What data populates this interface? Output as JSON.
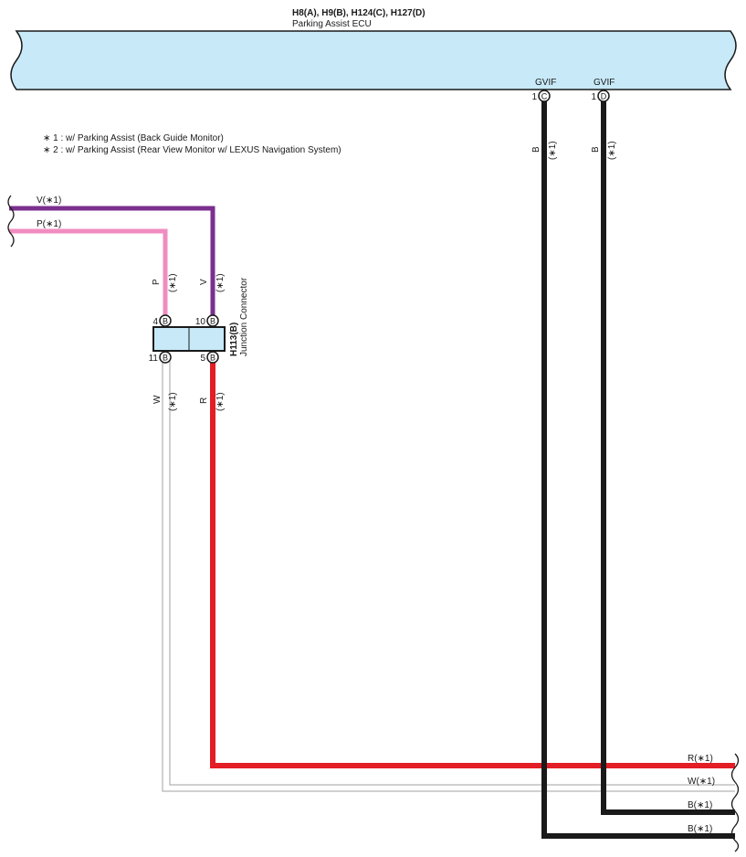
{
  "ecu": {
    "connectors": "H8(A), H9(B), H124(C), H127(D)",
    "name": "Parking Assist ECU",
    "pins": [
      {
        "label": "GVIF",
        "number": "1",
        "connector": "C"
      },
      {
        "label": "GVIF",
        "number": "1",
        "connector": "D"
      }
    ]
  },
  "legend": [
    "∗ 1 : w/ Parking Assist (Back Guide Monitor)",
    "∗ 2 : w/ Parking Assist (Rear View Monitor w/ LEXUS Navigation System)"
  ],
  "junction": {
    "code": "H113(B)",
    "name": "Junction Connector",
    "pins": {
      "top_left": "4",
      "top_right": "10",
      "bottom_left": "11",
      "bottom_right": "5"
    },
    "pin_letter": "B"
  },
  "wires": {
    "left_in": [
      {
        "label": "V(∗1)",
        "color": "V",
        "hex": "#7b2f8e"
      },
      {
        "label": "P(∗1)",
        "color": "P",
        "hex": "#f08cc0"
      }
    ],
    "junction_top": [
      {
        "color": "P",
        "note": "(∗1)"
      },
      {
        "color": "V",
        "note": "(∗1)"
      }
    ],
    "junction_bottom": [
      {
        "color": "W",
        "note": "(∗1)"
      },
      {
        "color": "R",
        "note": "(∗1)"
      }
    ],
    "ecu_down": [
      {
        "color": "B",
        "note": "(∗1)"
      },
      {
        "color": "B",
        "note": "(∗1)"
      }
    ],
    "right_out": [
      {
        "label": "R(∗1)",
        "hex": "#e31e24"
      },
      {
        "label": "W(∗1)",
        "hex": "#bdbdbd"
      },
      {
        "label": "B(∗1)",
        "hex": "#1a1a1a"
      },
      {
        "label": "B(∗1)",
        "hex": "#1a1a1a"
      }
    ]
  },
  "colors": {
    "ecu_fill": "#c7e9f8",
    "violet": "#7b2f8e",
    "pink": "#f08cc0",
    "red": "#e31e24",
    "black": "#1a1a1a",
    "white_wire": "#bdbdbd"
  }
}
